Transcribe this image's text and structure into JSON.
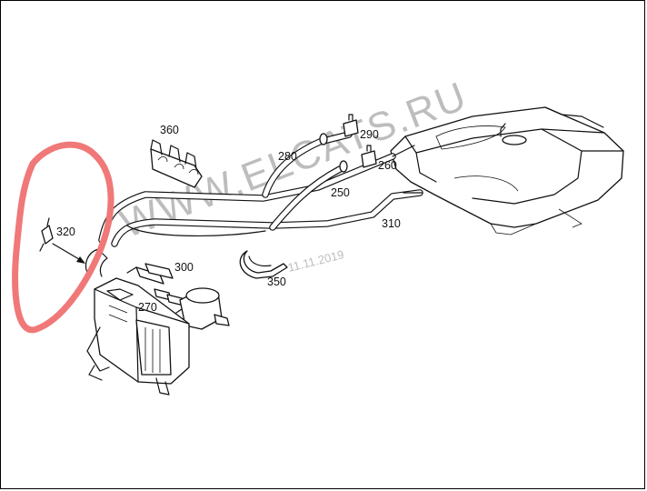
{
  "labels": {
    "p320": "320",
    "p360": "360",
    "p280": "280",
    "p290": "290",
    "p260": "260",
    "p250": "250",
    "p310": "310",
    "p300": "300",
    "p270": "270",
    "p350": "350"
  },
  "watermark": {
    "brand": "WWW.ELCATS.RU",
    "date": "11.11.2019"
  },
  "colors": {
    "annotation_circle": "#f07878",
    "watermark": "#bdbdbd",
    "line": "#111111"
  }
}
